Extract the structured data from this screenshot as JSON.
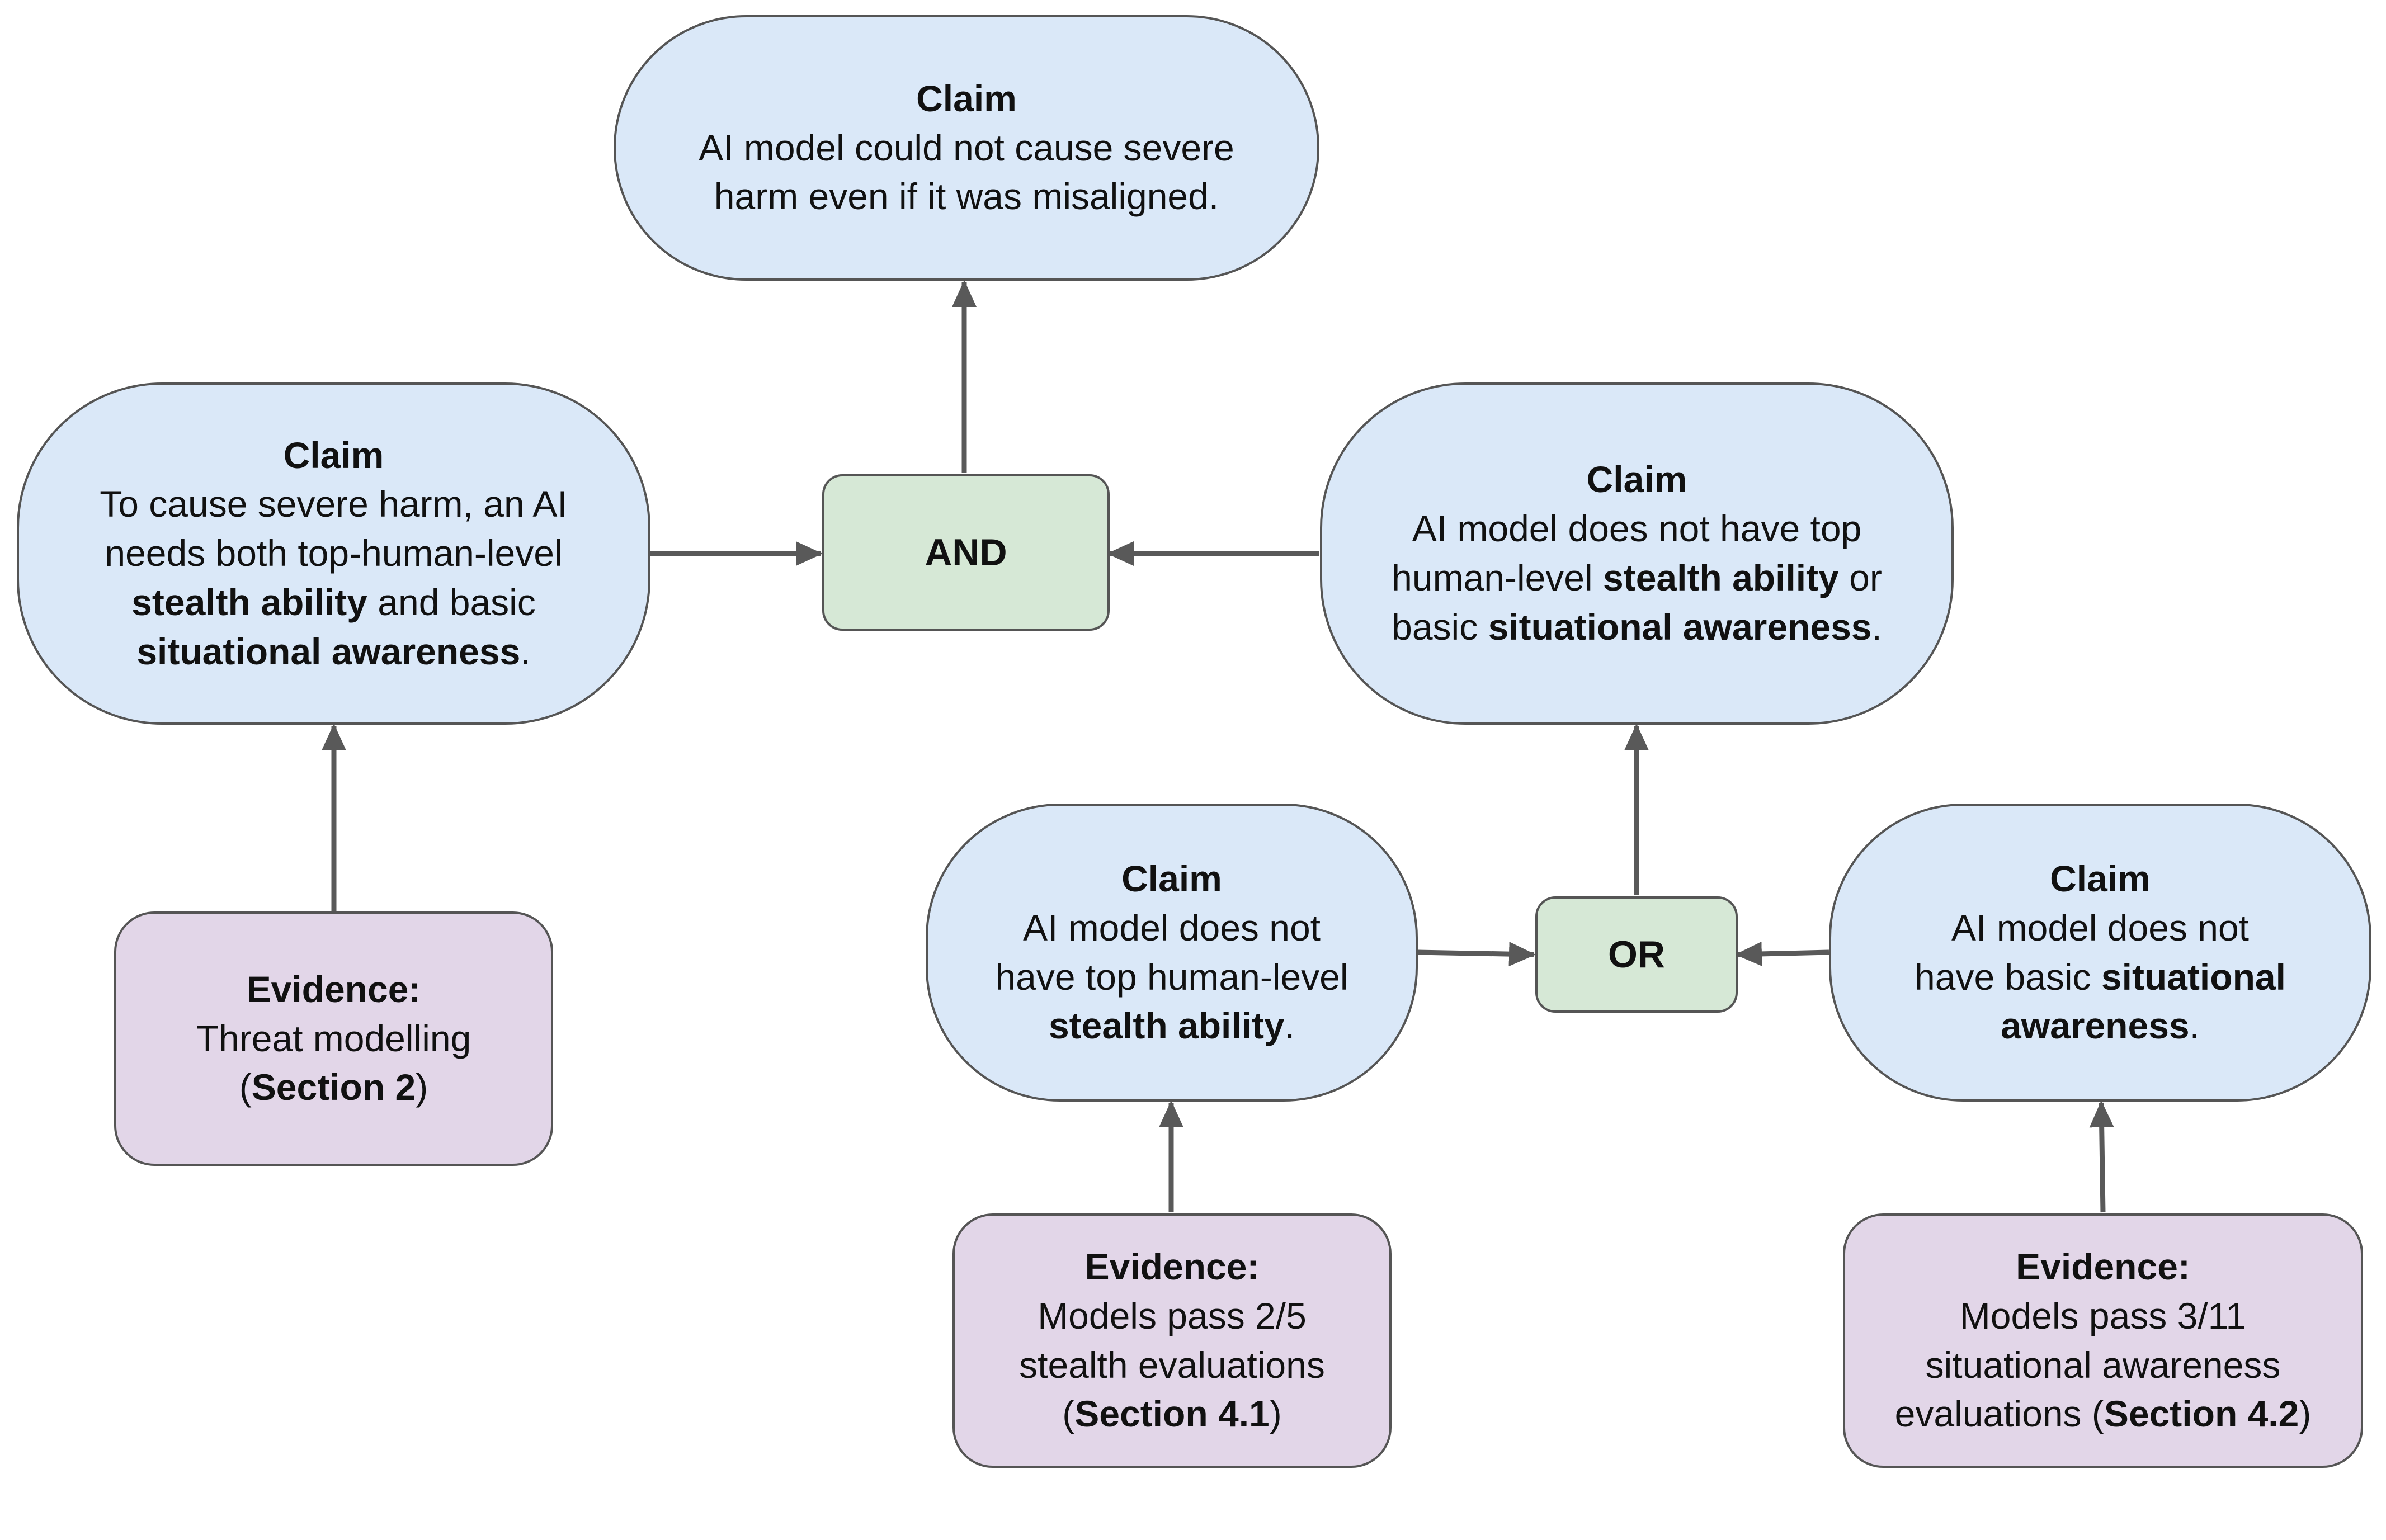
{
  "nodes": {
    "top_claim": {
      "heading": "Claim",
      "lines": [
        [
          {
            "t": "AI model could not cause severe"
          }
        ],
        [
          {
            "t": "harm even if it was misaligned."
          }
        ]
      ]
    },
    "left_claim": {
      "heading": "Claim",
      "lines": [
        [
          {
            "t": "To cause severe harm, an AI"
          }
        ],
        [
          {
            "t": "needs both top-human-level"
          }
        ],
        [
          {
            "t": "stealth ability",
            "b": true
          },
          {
            "t": " and basic"
          }
        ],
        [
          {
            "t": "situational awareness",
            "b": true
          },
          {
            "t": "."
          }
        ]
      ]
    },
    "right_claim": {
      "heading": "Claim",
      "lines": [
        [
          {
            "t": "AI model does not have top"
          }
        ],
        [
          {
            "t": "human-level "
          },
          {
            "t": "stealth ability",
            "b": true
          },
          {
            "t": " or"
          }
        ],
        [
          {
            "t": "basic "
          },
          {
            "t": "situational awareness",
            "b": true
          },
          {
            "t": "."
          }
        ]
      ]
    },
    "stealth_claim": {
      "heading": "Claim",
      "lines": [
        [
          {
            "t": "AI model does not"
          }
        ],
        [
          {
            "t": "have top human-level"
          }
        ],
        [
          {
            "t": "stealth ability",
            "b": true
          },
          {
            "t": "."
          }
        ]
      ]
    },
    "awareness_claim": {
      "heading": "Claim",
      "lines": [
        [
          {
            "t": "AI model does not"
          }
        ],
        [
          {
            "t": "have basic "
          },
          {
            "t": "situational",
            "b": true
          }
        ],
        [
          {
            "t": "awareness",
            "b": true
          },
          {
            "t": "."
          }
        ]
      ]
    },
    "threat_evidence": {
      "heading": "Evidence:",
      "lines": [
        [
          {
            "t": "Threat modelling"
          }
        ],
        [
          {
            "t": "("
          },
          {
            "t": "Section 2",
            "b": true
          },
          {
            "t": ")"
          }
        ]
      ]
    },
    "stealth_evidence": {
      "heading": "Evidence:",
      "lines": [
        [
          {
            "t": "Models pass 2/5"
          }
        ],
        [
          {
            "t": "stealth evaluations"
          }
        ],
        [
          {
            "t": "("
          },
          {
            "t": "Section 4.1",
            "b": true
          },
          {
            "t": ")"
          }
        ]
      ]
    },
    "awareness_evidence": {
      "heading": "Evidence:",
      "lines": [
        [
          {
            "t": "Models pass 3/11"
          }
        ],
        [
          {
            "t": "situational awareness"
          }
        ],
        [
          {
            "t": "evaluations ("
          },
          {
            "t": "Section 4.2",
            "b": true
          },
          {
            "t": ")"
          }
        ]
      ]
    },
    "and_gate": {
      "label": "AND"
    },
    "or_gate": {
      "label": "OR"
    }
  },
  "colors": {
    "claim_fill": "#dae8f8",
    "evidence_fill": "#e2d6e8",
    "gate_fill": "#d6e8d6",
    "stroke": "#555555",
    "arrow": "#595959"
  }
}
